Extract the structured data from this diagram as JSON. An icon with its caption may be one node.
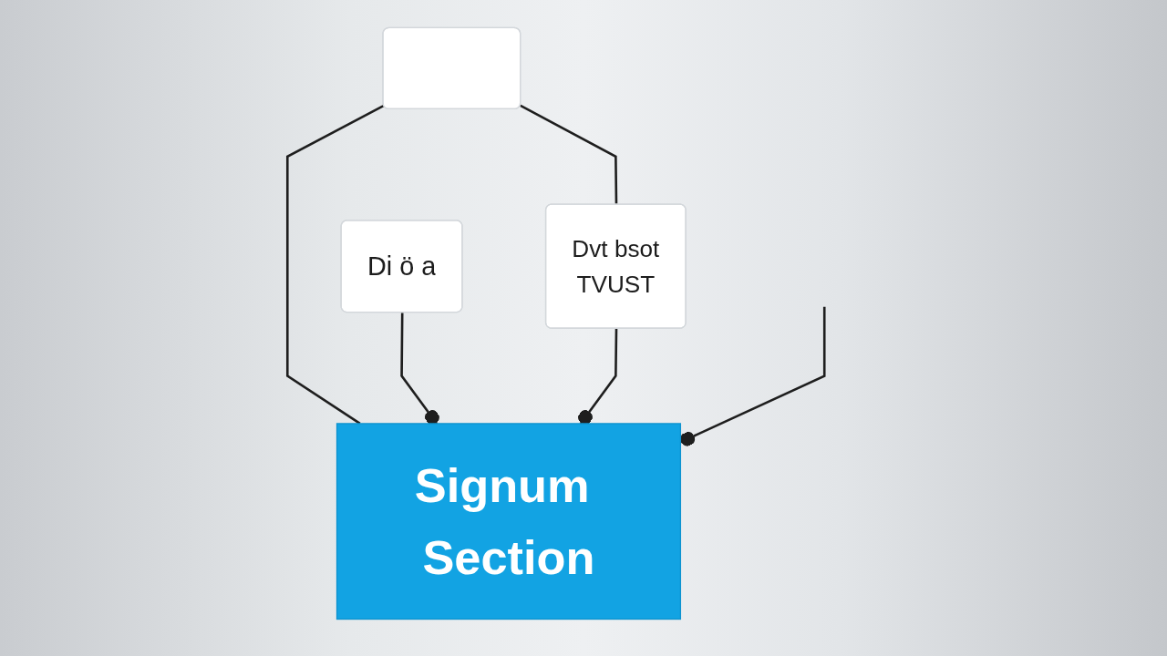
{
  "diagram": {
    "nodes": [
      {
        "text": [],
        "shape": "box"
      },
      {
        "text": [
          "Di ö a"
        ]
      },
      {
        "text": [
          "Dvt bsot",
          "TVUST"
        ]
      },
      {
        "text": [
          "Signum Section"
        ]
      }
    ],
    "edges": [
      {
        "from": 0,
        "to": 3,
        "arrow": "none"
      },
      {
        "from": 0,
        "to": 2,
        "arrow": "none"
      },
      {
        "from": 1,
        "to": 3,
        "arrow": "other"
      },
      {
        "from": 2,
        "to": 3,
        "arrow": "other"
      },
      {
        "from": null,
        "to": 3,
        "arrow": "other"
      }
    ]
  }
}
